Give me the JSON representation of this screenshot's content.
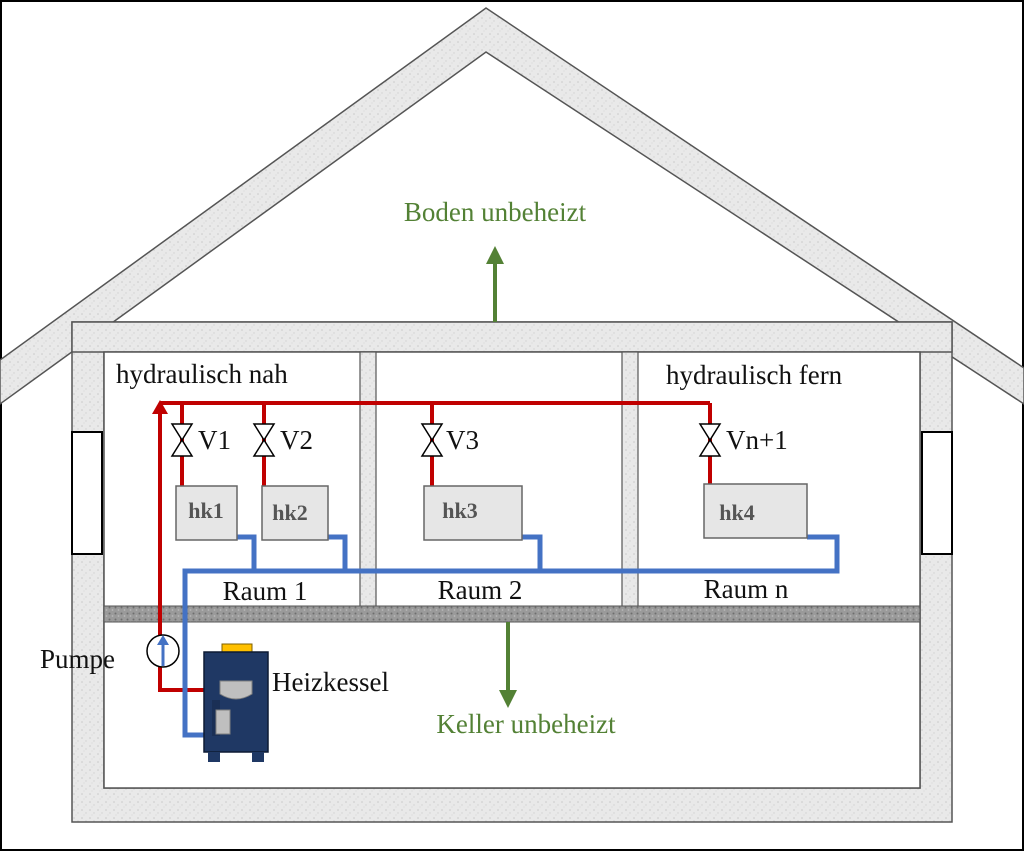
{
  "labels": {
    "attic": "Boden unbeheizt",
    "cellar": "Keller unbeheizt",
    "near": "hydraulisch nah",
    "far": "hydraulisch fern",
    "pump": "Pumpe",
    "boiler": "Heizkessel"
  },
  "valves": [
    "V1",
    "V2",
    "V3",
    "Vn+1"
  ],
  "radiators": [
    "hk1",
    "hk2",
    "hk3",
    "hk4"
  ],
  "rooms": [
    "Raum 1",
    "Raum 2",
    "Raum n"
  ],
  "colors": {
    "supply": "#c00000",
    "return": "#4472c4",
    "arrow": "#538135",
    "wall": "#e8e8e8",
    "boiler": "#1f3864",
    "boiler_top": "#ffc000",
    "radiator": "#e6e6e6"
  }
}
